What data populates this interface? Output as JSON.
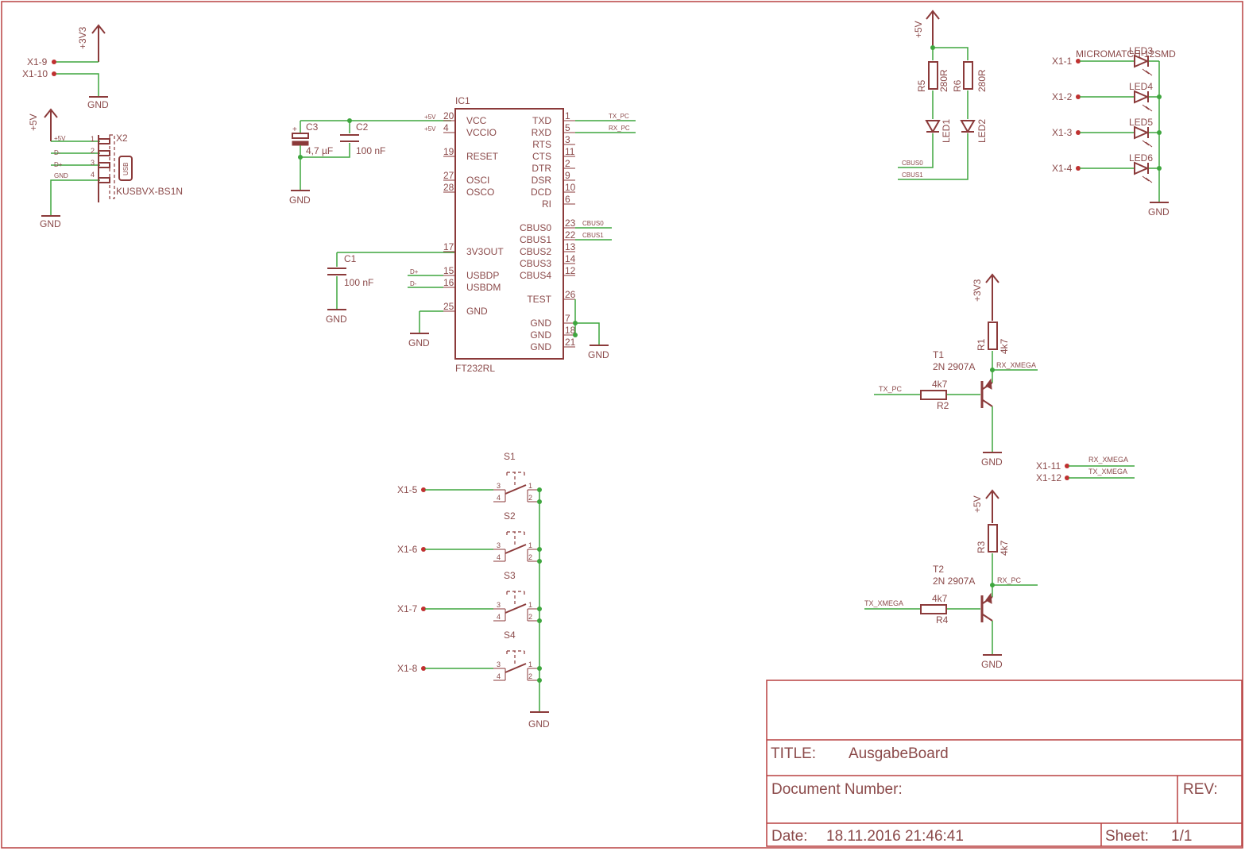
{
  "title_block": {
    "title_label": "TITLE:",
    "title": "AusgabeBoard",
    "docnum_label": "Document Number:",
    "rev_label": "REV:",
    "date_label": "Date:",
    "date": "18.11.2016 21:46:41",
    "sheet_label": "Sheet:",
    "sheet": "1/1"
  },
  "supplies": {
    "v5": "+5V",
    "v3": "+3V3",
    "gnd": "GND"
  },
  "connector_x1": {
    "p9": "X1-9",
    "p10": "X1-10",
    "p1": "X1-1",
    "p2": "X1-2",
    "p3": "X1-3",
    "p4": "X1-4",
    "p5": "X1-5",
    "p6": "X1-6",
    "p7": "X1-7",
    "p8": "X1-8",
    "p11": "X1-11",
    "p12": "X1-12"
  },
  "usb": {
    "ref": "X2",
    "value": "KUSBVX-BS1N",
    "icon_text": "USB",
    "pins": [
      "1",
      "2",
      "3",
      "4"
    ],
    "nets": [
      "+5V",
      "D-",
      "D+",
      "GND"
    ]
  },
  "ic1": {
    "ref": "IC1",
    "value": "FT232RL",
    "left_pins": [
      {
        "num": "20",
        "name": "VCC",
        "net": "+5V"
      },
      {
        "num": "4",
        "name": "VCCIO",
        "net": "+5V"
      },
      {
        "num": "19",
        "name": "RESET",
        "net": ""
      },
      {
        "num": "27",
        "name": "OSCI",
        "net": ""
      },
      {
        "num": "28",
        "name": "OSCO",
        "net": ""
      },
      {
        "num": "17",
        "name": "3V3OUT",
        "net": ""
      },
      {
        "num": "15",
        "name": "USBDP",
        "net": "D+"
      },
      {
        "num": "16",
        "name": "USBDM",
        "net": "D-"
      },
      {
        "num": "25",
        "name": "GND",
        "net": ""
      }
    ],
    "right_pins": [
      {
        "num": "1",
        "name": "TXD",
        "net": "TX_PC"
      },
      {
        "num": "5",
        "name": "RXD",
        "net": "RX_PC"
      },
      {
        "num": "3",
        "name": "RTS",
        "net": ""
      },
      {
        "num": "11",
        "name": "CTS",
        "net": ""
      },
      {
        "num": "2",
        "name": "DTR",
        "net": ""
      },
      {
        "num": "9",
        "name": "DSR",
        "net": ""
      },
      {
        "num": "10",
        "name": "DCD",
        "net": ""
      },
      {
        "num": "6",
        "name": "RI",
        "net": ""
      },
      {
        "num": "23",
        "name": "CBUS0",
        "net": "CBUS0"
      },
      {
        "num": "22",
        "name": "CBUS1",
        "net": "CBUS1"
      },
      {
        "num": "13",
        "name": "CBUS2",
        "net": ""
      },
      {
        "num": "14",
        "name": "CBUS3",
        "net": ""
      },
      {
        "num": "12",
        "name": "CBUS4",
        "net": ""
      },
      {
        "num": "26",
        "name": "TEST",
        "net": ""
      },
      {
        "num": "7",
        "name": "GND",
        "net": ""
      },
      {
        "num": "18",
        "name": "GND",
        "net": ""
      },
      {
        "num": "21",
        "name": "GND",
        "net": ""
      }
    ]
  },
  "caps": {
    "c1": {
      "ref": "C1",
      "value": "100 nF"
    },
    "c2": {
      "ref": "C2",
      "value": "100 nF"
    },
    "c3": {
      "ref": "C3",
      "value": "4,7 µF"
    }
  },
  "status_leds": {
    "r5": {
      "ref": "R5",
      "value": "280R"
    },
    "r6": {
      "ref": "R6",
      "value": "280R"
    },
    "led1": "LED1",
    "led2": "LED2",
    "net0": "CBUS0",
    "net1": "CBUS1"
  },
  "output_leds": {
    "value": "MICROMATCH-12SMD",
    "refs": [
      "LED3",
      "LED4",
      "LED5",
      "LED6"
    ]
  },
  "switches": {
    "refs": [
      "S1",
      "S2",
      "S3",
      "S4"
    ],
    "pins": [
      "1",
      "2",
      "3",
      "4"
    ]
  },
  "transistor_t1": {
    "ref": "T1",
    "value": "2N 2907A",
    "r_base": {
      "ref": "R2",
      "value": "4k7"
    },
    "r_pull": {
      "ref": "R1",
      "value": "4k7"
    },
    "in_net": "TX_PC",
    "out_net": "RX_XMEGA"
  },
  "transistor_t2": {
    "ref": "T2",
    "value": "2N 2907A",
    "r_base": {
      "ref": "R4",
      "value": "4k7"
    },
    "r_pull": {
      "ref": "R3",
      "value": "4k7"
    },
    "in_net": "TX_XMEGA",
    "out_net": "RX_PC"
  },
  "xmega_labels": {
    "rx": "RX_XMEGA",
    "tx": "TX_XMEGA"
  }
}
